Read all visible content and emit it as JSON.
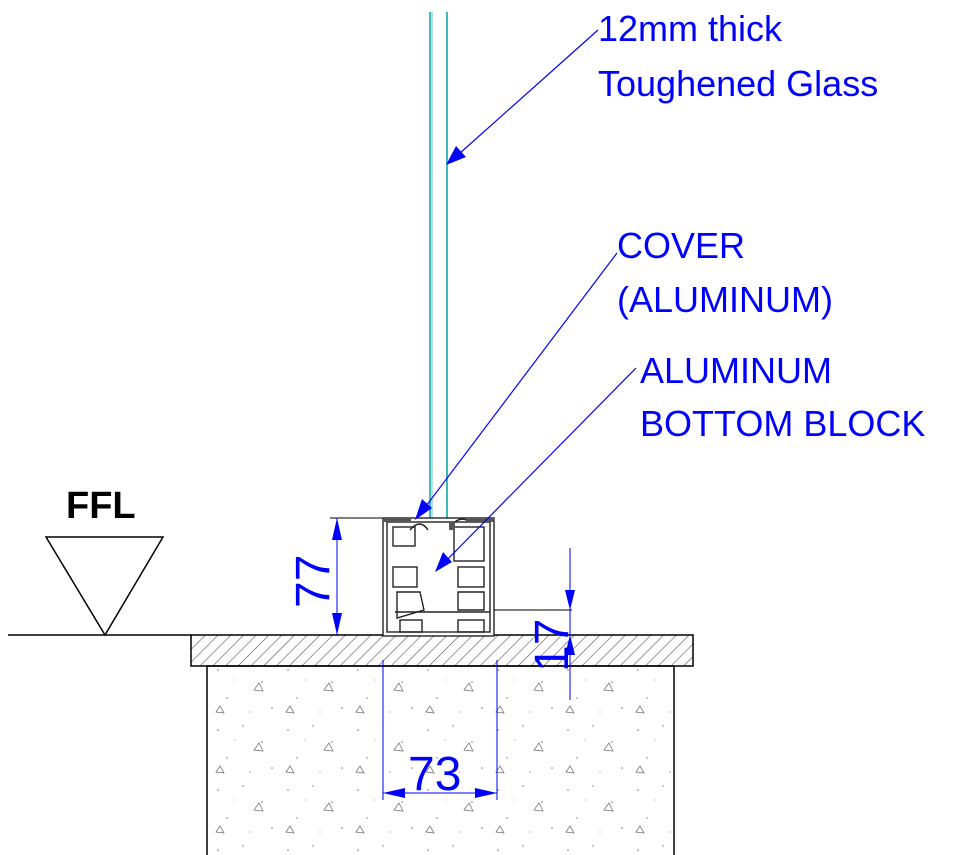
{
  "labels": {
    "glass_line1": "12mm thick",
    "glass_line2": "Toughened Glass",
    "cover_line1": "COVER",
    "cover_line2": "(ALUMINUM)",
    "block_line1": "ALUMINUM",
    "block_line2": "BOTTOM BLOCK",
    "ffl": "FFL"
  },
  "dimensions": {
    "height": "77",
    "offset": "17",
    "width": "73"
  },
  "colors": {
    "annotation": "#0000ff",
    "glass": "#00a0a0",
    "line": "#000000",
    "hatch": "#555555"
  }
}
